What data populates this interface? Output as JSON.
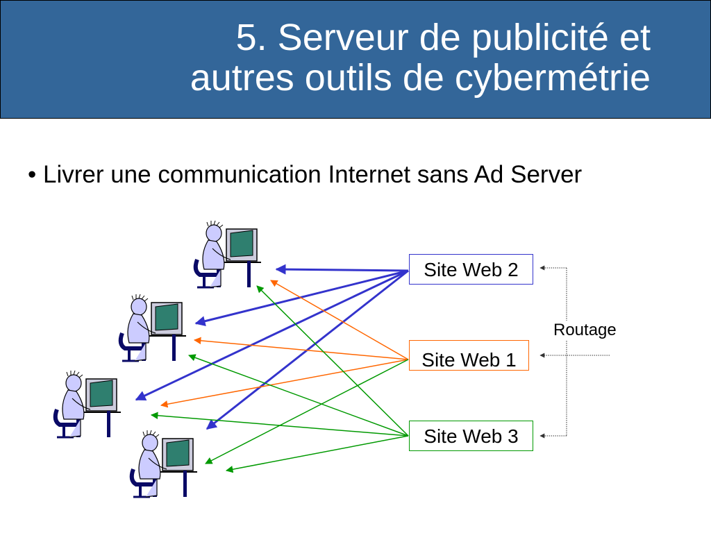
{
  "slide": {
    "title_line1": "5. Serveur de publicité et",
    "title_line2": "autres outils de cybermétrie",
    "bullet": "• Livrer une communication Internet sans Ad Server"
  },
  "sites": {
    "site2": "Site Web 2",
    "site1": "Site Web 1",
    "site3": "Site Web 3"
  },
  "routing": {
    "label": "Routage"
  },
  "users": [
    {
      "icon": "computer-user-icon"
    },
    {
      "icon": "computer-user-icon"
    },
    {
      "icon": "computer-user-icon"
    },
    {
      "icon": "computer-user-icon"
    }
  ],
  "colors": {
    "title_bg": "#336699",
    "site2": "#3333cc",
    "site1": "#ff6600",
    "site3": "#009900",
    "routing": "#333333"
  }
}
